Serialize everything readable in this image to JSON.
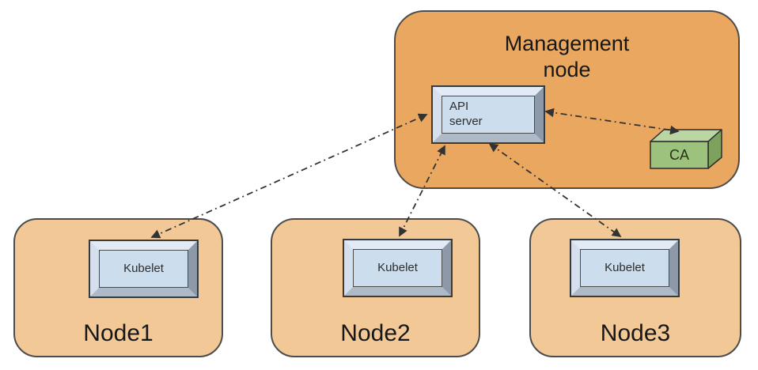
{
  "management_node": {
    "label": "Management node",
    "components": {
      "api_server": "API server",
      "ca": "CA"
    }
  },
  "worker_nodes": [
    {
      "label": "Node1",
      "component": "Kubelet"
    },
    {
      "label": "Node2",
      "component": "Kubelet"
    },
    {
      "label": "Node3",
      "component": "Kubelet"
    }
  ],
  "connections": [
    {
      "from": "API server",
      "to": "Kubelet (Node1)",
      "style": "dash-dot",
      "bidirectional": true
    },
    {
      "from": "API server",
      "to": "Kubelet (Node2)",
      "style": "dash-dot",
      "bidirectional": true
    },
    {
      "from": "API server",
      "to": "Kubelet (Node3)",
      "style": "dash-dot",
      "bidirectional": true
    },
    {
      "from": "API server",
      "to": "CA",
      "style": "dash-dot",
      "bidirectional": true
    }
  ],
  "colors": {
    "management_fill": "#EAA75F",
    "worker_fill": "#F3C897",
    "group_border": "#4C4C4C",
    "chip_face": "#CCDDEE",
    "chip_bevel_light": "#E2EBF5",
    "chip_bevel_dark": "#8D99A9",
    "ca_front": "#9CC27E",
    "ca_top": "#BAD6A2",
    "ca_side": "#7CA25D",
    "arrow": "#333333"
  }
}
